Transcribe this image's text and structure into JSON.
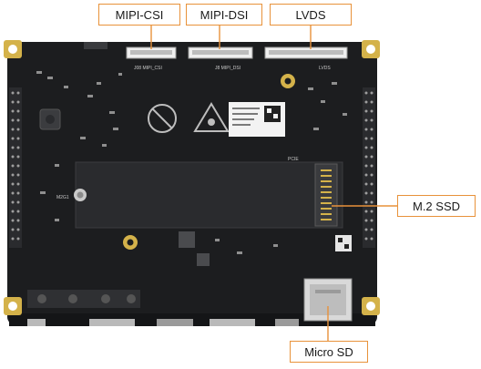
{
  "callouts": {
    "mipi_csi": "MIPI-CSI",
    "mipi_dsi": "MIPI-DSI",
    "lvds": "LVDS",
    "m2_ssd": "M.2 SSD",
    "micro_sd": "Micro SD"
  },
  "colors": {
    "callout_border": "#e8923a",
    "leader_line": "#e8923a",
    "pcb": "#1c1d1f",
    "gold_pad": "#d4b24a"
  }
}
